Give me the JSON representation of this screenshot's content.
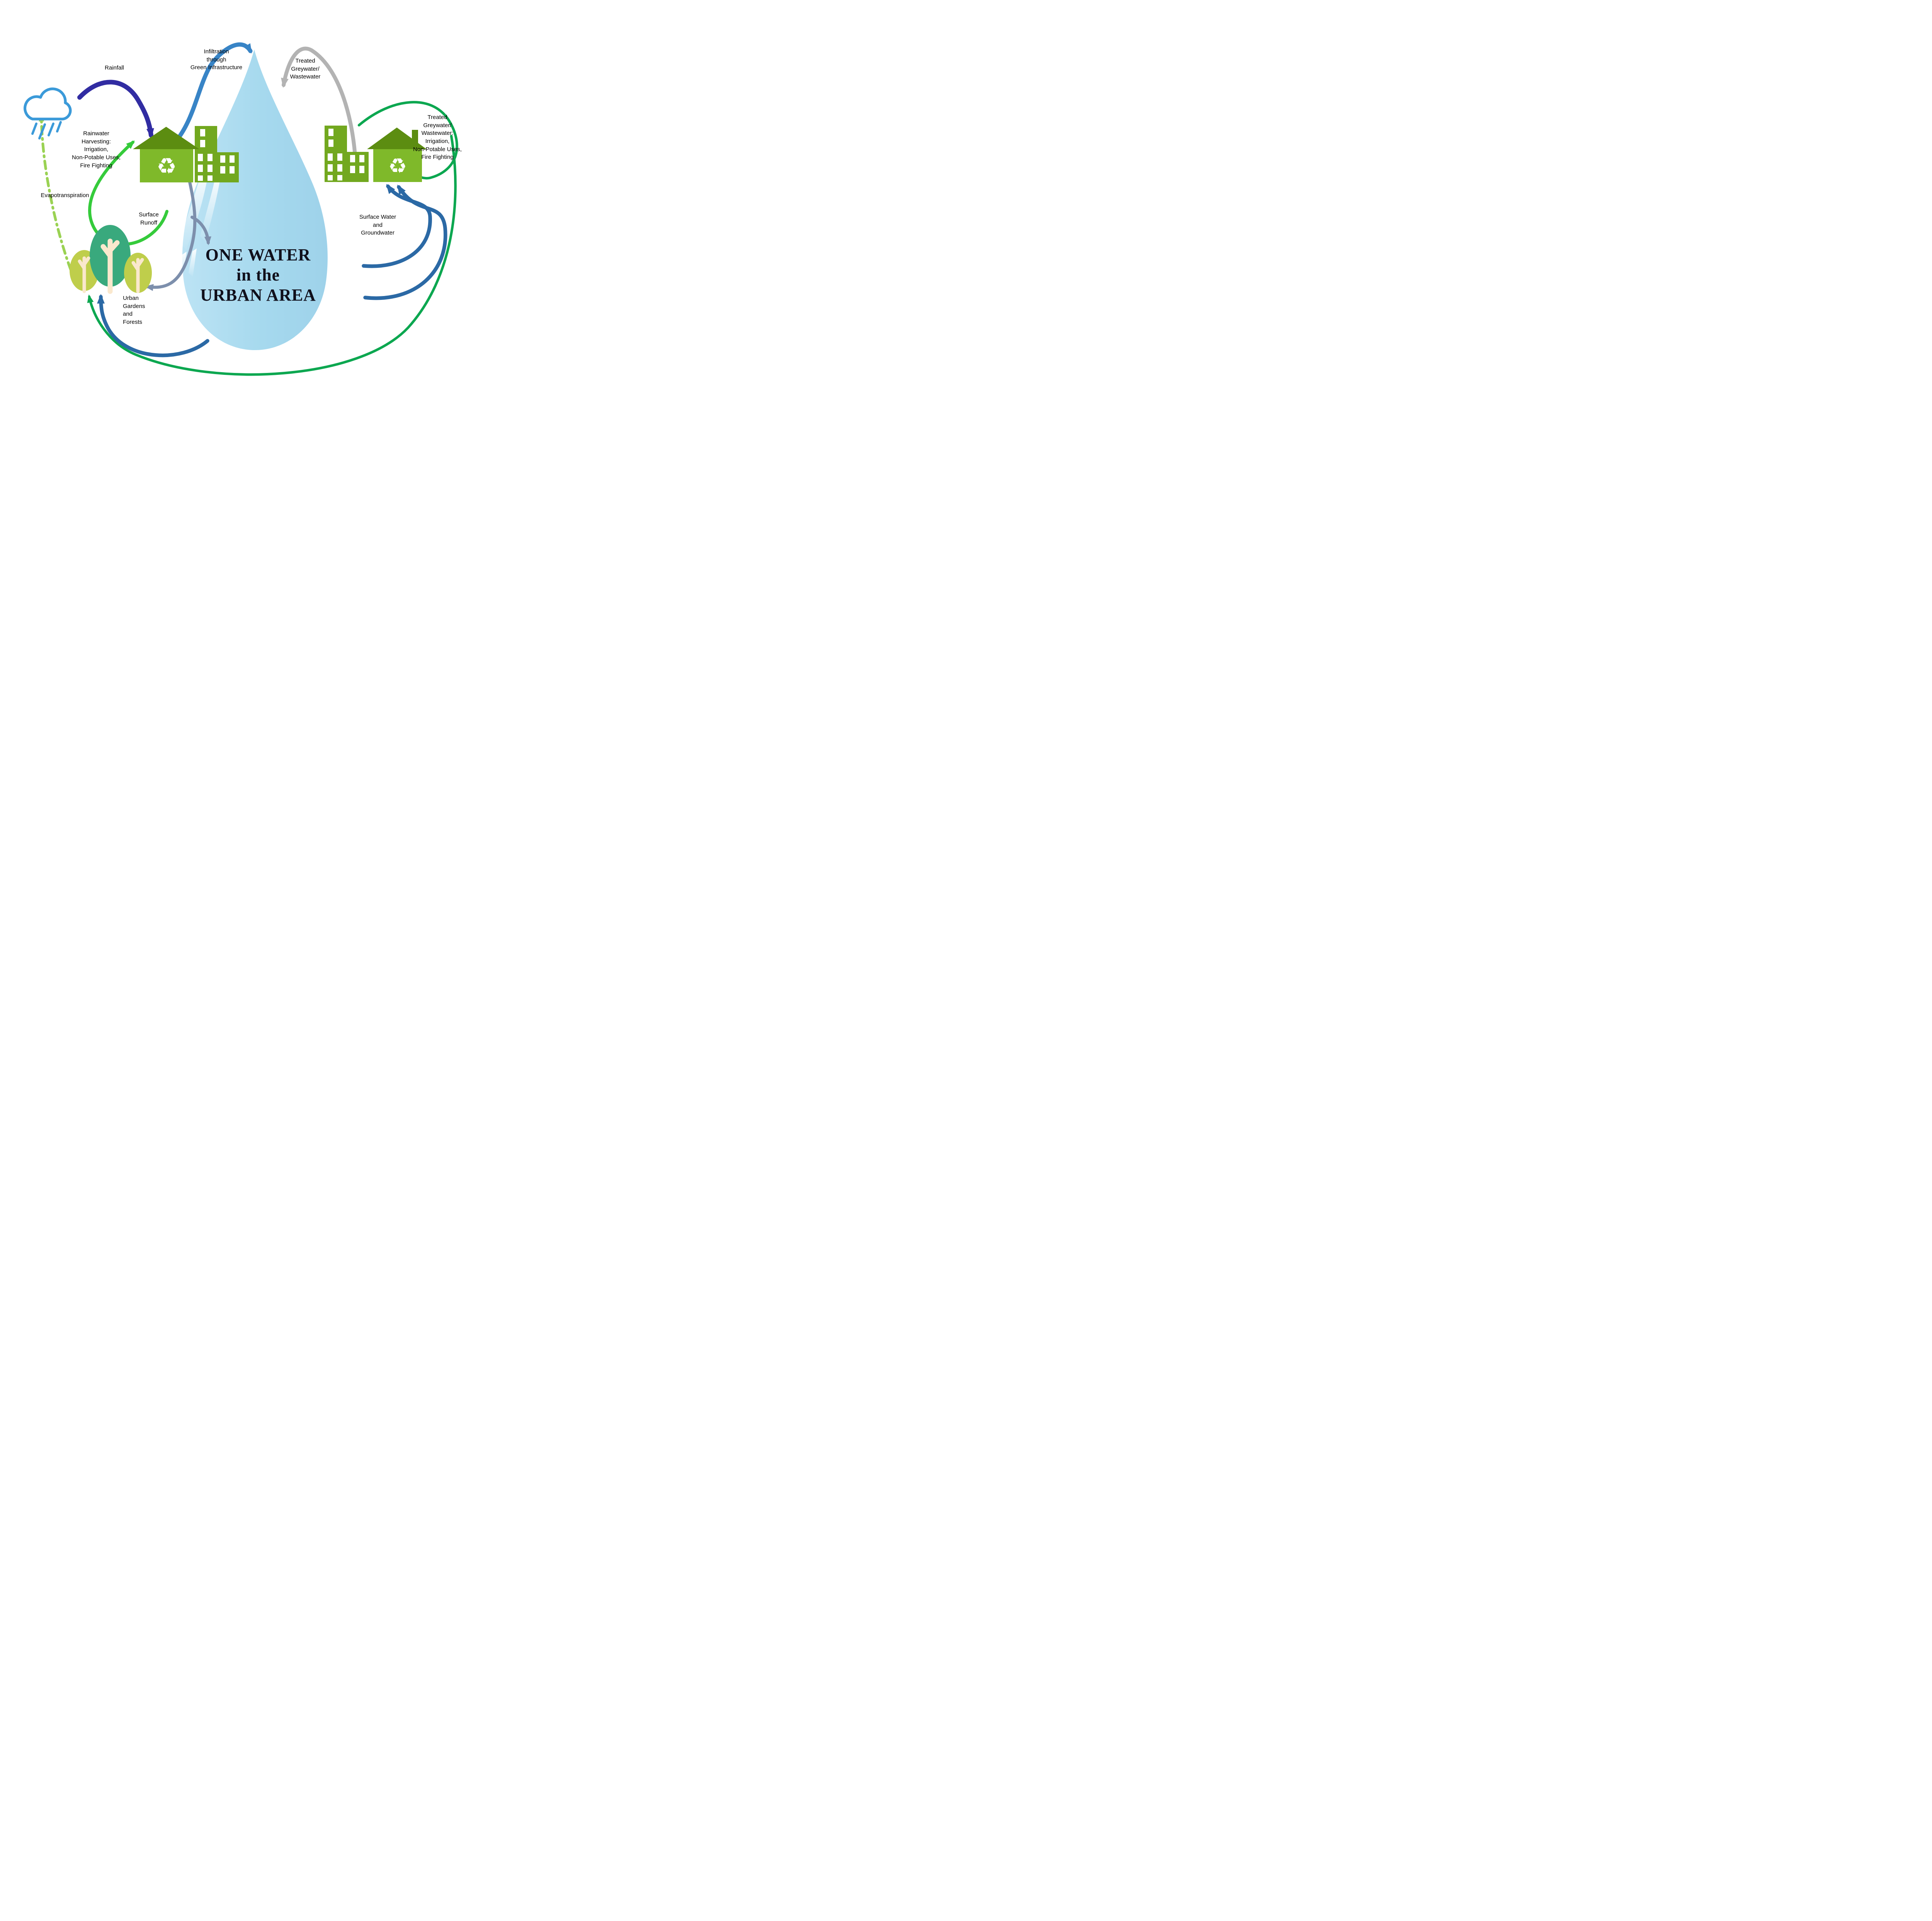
{
  "diagram": {
    "title_lines": [
      "ONE WATER",
      "in the",
      "URBAN AREA"
    ],
    "labels": {
      "rainfall": "Rainfall",
      "infiltration": [
        "Infiltration",
        "through",
        "Green Infrastructure"
      ],
      "treated_top": [
        "Treated",
        "Greywater/",
        "Wastewater"
      ],
      "rainwater_harvesting": [
        "Rainwater",
        "Harvesting:",
        "Irrigation,",
        "Non-Potable Uses,",
        "Fire Fighting"
      ],
      "evapotranspiration": "Evapotranspiration",
      "surface_runoff": [
        "Surface",
        "Runoff"
      ],
      "urban_gardens": [
        "Urban",
        "Gardens",
        "and",
        "Forests"
      ],
      "surface_water": [
        "Surface Water",
        "and",
        "Groundwater"
      ],
      "treated_right": [
        "Treated",
        "Greywater/",
        "Wastewater:",
        "Irrigation,",
        "Non-Potable Uses,",
        "Fire Fighting"
      ]
    },
    "icons": {
      "cloud": "rain-cloud",
      "recycle_glyph": "♻",
      "left_buildings": "green-house-with-recycle-and-office",
      "right_buildings": "office-and-green-house-with-recycle",
      "trees": "urban-trees"
    },
    "palette": {
      "indigo": "#312CA2",
      "blue": "#3884C6",
      "gray": "#B3B3B3",
      "slate": "#7D8FAC",
      "steel": "#2B69A5",
      "emerald": "#0CA750",
      "bright": "#35CB3B",
      "lightgreen": "#9AD253",
      "cloud": "#3B9AD9",
      "houseLight": "#7FB92A",
      "houseDark": "#5C8D11",
      "buildingMid": "#72A81F",
      "treeTeal": "#39A97D",
      "treeYellow": "#BFCE4B",
      "trunk": "#FAE8CD",
      "dropletFill": "#A5D8EE",
      "white": "#FFFFFF",
      "text": "#000000"
    }
  }
}
